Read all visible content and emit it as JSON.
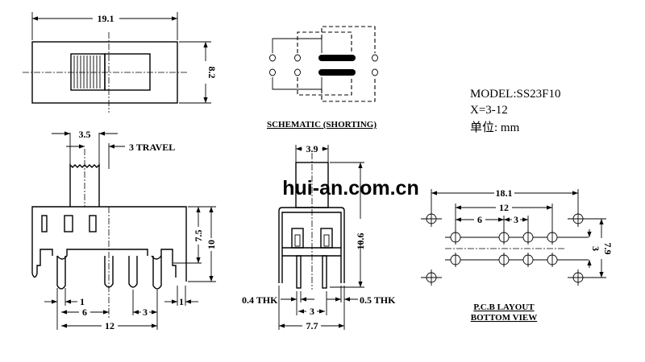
{
  "top_view": {
    "width_dim": "19.1",
    "height_dim": "8.2"
  },
  "schematic": {
    "label": "SCHEMATIC (SHORTING)"
  },
  "model": {
    "model_line": "MODEL:SS23F10",
    "x_line": "X=3-12",
    "unit_line": "单位: mm"
  },
  "side_view": {
    "actuator_width": "3.5",
    "travel": "3 TRAVEL",
    "dim_7_5": "7.5",
    "dim_10": "10",
    "dim_1_left": "1",
    "dim_1_right": "1",
    "dim_6": "6",
    "dim_3": "3",
    "dim_12": "12"
  },
  "front_view": {
    "dim_3_9": "3.9",
    "dim_10_6": "10.6",
    "thk_left": "0.4 THK",
    "thk_right": "0.5 THK",
    "dim_3": "3",
    "dim_7_7": "7.7"
  },
  "pcb_layout": {
    "dim_18_1": "18.1",
    "dim_12": "12",
    "dim_6": "6",
    "dim_3": "3",
    "dim_3_v": "3",
    "dim_7_9": "7.9",
    "title": "P.C.B LAYOUT",
    "subtitle": "BOTTOM VIEW"
  },
  "watermark": "hui-an.com.cn"
}
